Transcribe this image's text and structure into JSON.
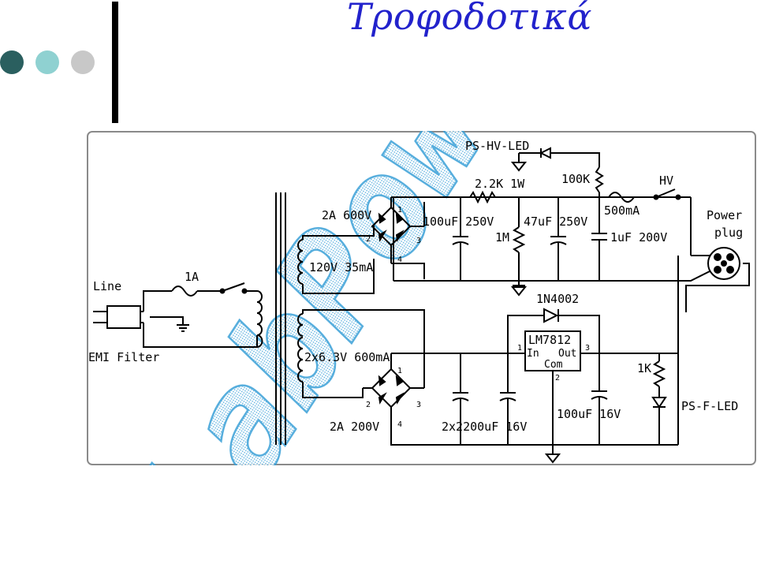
{
  "slide": {
    "title": "Τροφοδοτικά",
    "title_color": "#2222cc",
    "bullet_colors": [
      "#2a5f5f",
      "#8fd1d1",
      "#c8c8c8"
    ]
  },
  "watermark": {
    "text": "LabPower",
    "color": "#3aa0d8"
  },
  "schematic": {
    "labels": {
      "ps_hv_led": "PS-HV-LED",
      "r_2k2": "2.2K 1W",
      "r_100k": "100K",
      "hv": "HV",
      "fuse_500ma": "500mA",
      "power_plug_1": "Power",
      "power_plug_2": "plug",
      "bridge_top": "2A 600V",
      "c_100uf_250v": "100uF 250V",
      "c_47uf_250v": "47uF 250V",
      "r_1m": "1M",
      "c_1uf_200v": "1uF 200V",
      "sec_120v": "120V 35mA",
      "line": "Line",
      "fuse_1a": "1A",
      "diode_1n4002": "1N4002",
      "emi_filter": "EMI Filter",
      "regulator": "LM7812",
      "reg_in": "In",
      "reg_out": "Out",
      "reg_com": "Com",
      "sec_6v3": "2x6.3V 600mA",
      "r_1k": "1K",
      "ps_f_led": "PS-F-LED",
      "bridge_bottom": "2A 200V",
      "c_2x2200uf": "2x2200uF 16V",
      "c_100uf_16v": "100uF 16V"
    },
    "pin_labels": {
      "top_bridge": [
        "1",
        "2",
        "3",
        "4"
      ],
      "bottom_bridge": [
        "1",
        "2",
        "3",
        "4"
      ],
      "regulator": [
        "1",
        "2",
        "3"
      ]
    }
  }
}
